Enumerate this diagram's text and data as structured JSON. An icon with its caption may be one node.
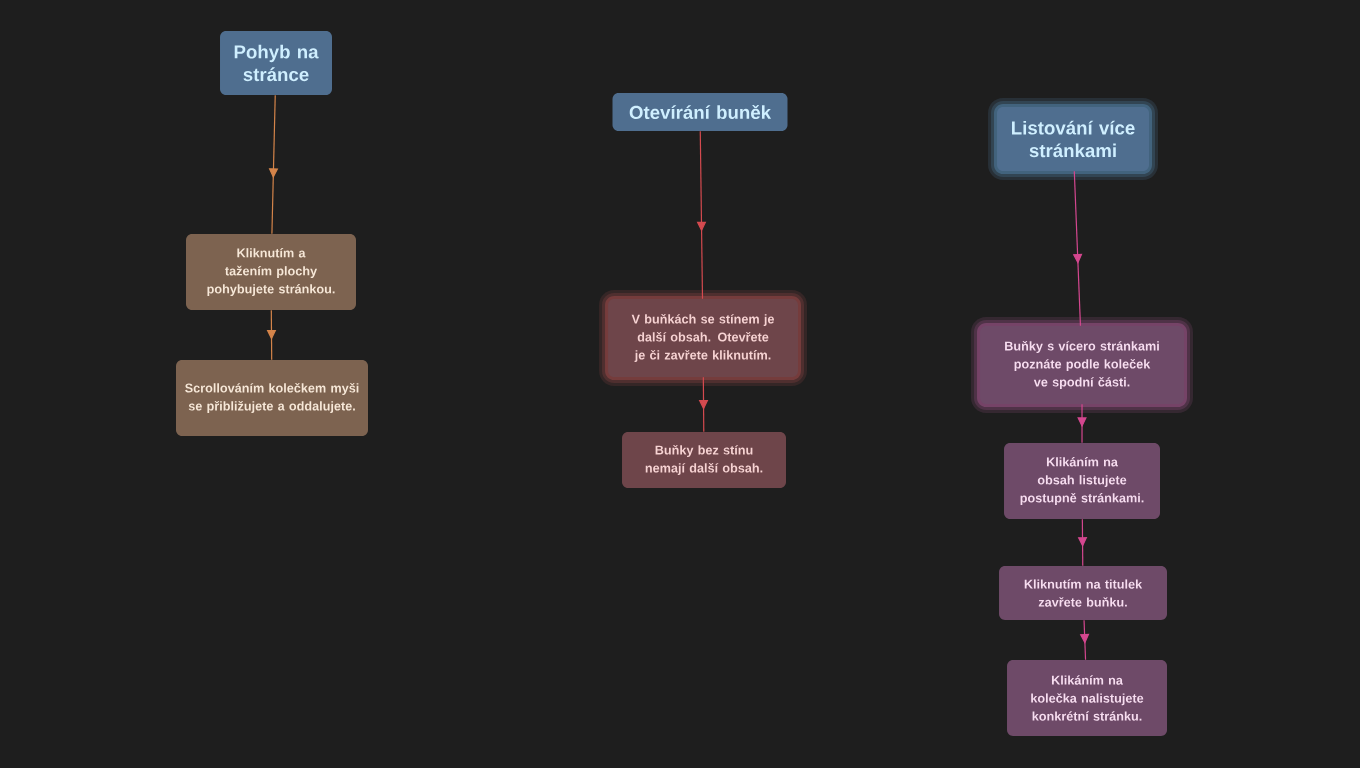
{
  "diagram": {
    "nodes": [
      {
        "text": [
          "Pohyb na stránce"
        ]
      },
      {
        "text": [
          "Kliknutím a tažením plochy pohybujete stránkou."
        ]
      },
      {
        "text": [
          "Scrollováním kolečkem myši se přibližujete a oddalujete."
        ]
      },
      {
        "text": [
          "Otevírání buněk"
        ]
      },
      {
        "text": [
          "V buňkách se stínem je další obsah. Otevřete je či zavřete kliknutím."
        ]
      },
      {
        "text": [
          "Buňky bez stínu nemají další obsah."
        ]
      },
      {
        "text": [
          "Listování více stránkami"
        ]
      },
      {
        "text": [
          "Buňky s vícero stránkami poznáte podle koleček ve spodní části."
        ]
      },
      {
        "text": [
          "Klikáním na obsah listujete postupně stránkami."
        ]
      },
      {
        "text": [
          "Kliknutím na titulek zavřete buňku."
        ]
      },
      {
        "text": [
          "Klikáním na kolečka nalistujete konkrétní stránku."
        ]
      }
    ],
    "edges": [
      {
        "from": 0,
        "to": 1,
        "arrow": "to",
        "color": "#d4844a"
      },
      {
        "from": 1,
        "to": 2,
        "arrow": "to",
        "color": "#d4844a"
      },
      {
        "from": 3,
        "to": 4,
        "arrow": "to",
        "color": "#d44a4f"
      },
      {
        "from": 4,
        "to": 5,
        "arrow": "to",
        "color": "#d44a4f"
      },
      {
        "from": 6,
        "to": 7,
        "arrow": "to",
        "color": "#d4478f"
      },
      {
        "from": 7,
        "to": 8,
        "arrow": "to",
        "color": "#d4478f"
      },
      {
        "from": 8,
        "to": 9,
        "arrow": "to",
        "color": "#d4478f"
      },
      {
        "from": 9,
        "to": 10,
        "arrow": "to",
        "color": "#d4478f"
      }
    ]
  }
}
